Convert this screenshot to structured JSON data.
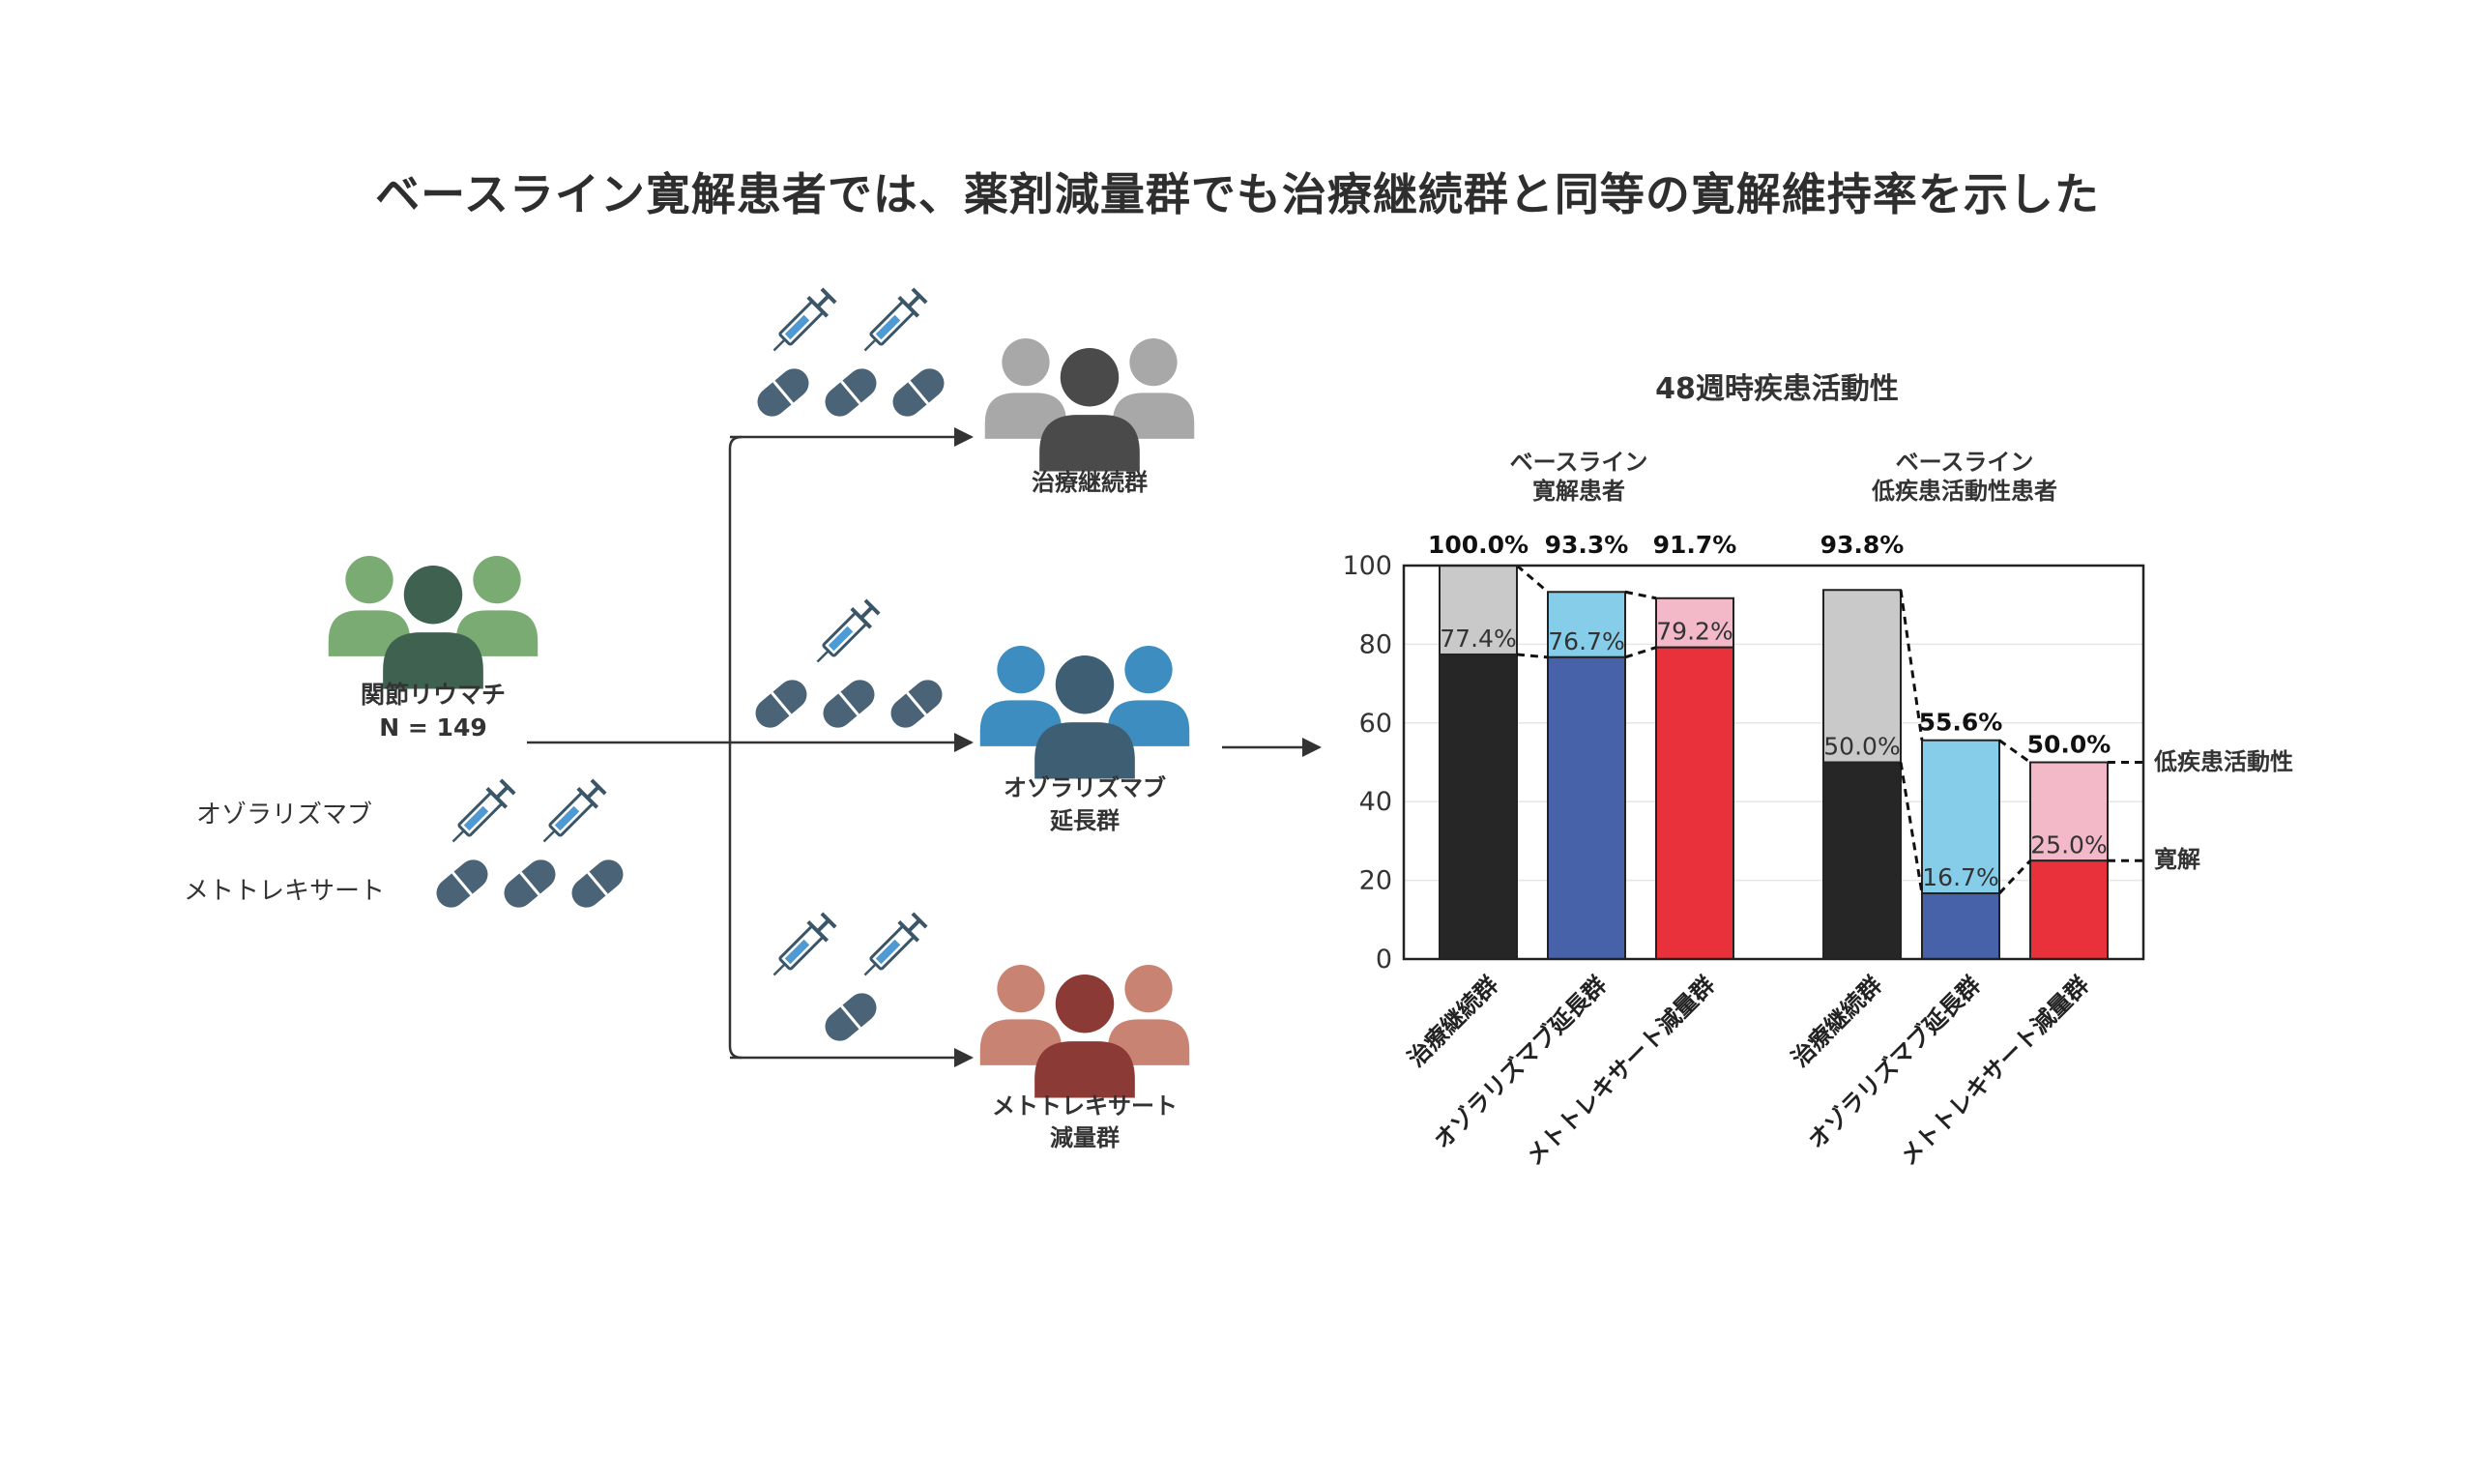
{
  "title": "ベースライン寛解患者では、薬剤減量群でも治療継続群と同等の寛解維持率を示した",
  "population": {
    "label": "関節リウマチ",
    "n_label": "N = 149",
    "drug_labels": [
      "オゾラリズマブ",
      "メトトレキサート"
    ],
    "color": "#3e6150",
    "side_color": "#7aab72"
  },
  "arms": [
    {
      "label_lines": [
        "治療継続群"
      ],
      "injections": 2,
      "pills": 3,
      "main_color": "#4a4a4a",
      "side_color": "#a8a8a8"
    },
    {
      "label_lines": [
        "オゾラリズマブ",
        "延長群"
      ],
      "injections": 1,
      "pills": 3,
      "main_color": "#3e5e74",
      "side_color": "#3d8dc0"
    },
    {
      "label_lines": [
        "メトトレキサート",
        "減量群"
      ],
      "injections": 2,
      "pills": 1,
      "main_color": "#8b3a36",
      "side_color": "#c98373"
    }
  ],
  "icon_colors": {
    "syringe": "#3b5668",
    "syringe_fill": "#4d9ad4",
    "pill": "#4b6377"
  },
  "chart_data": {
    "type": "bar",
    "title": "48週時疾患活動性",
    "ylim": [
      0,
      100
    ],
    "yticks": [
      0,
      20,
      40,
      60,
      80,
      100
    ],
    "grid": true,
    "groups": [
      {
        "label_lines": [
          "ベースライン",
          "寛解患者"
        ],
        "categories": [
          "治療継続群",
          "オゾラリズマブ延長群",
          "メトトレキサート減量群"
        ],
        "remission": [
          77.4,
          76.7,
          79.2
        ],
        "low_activity_total": [
          100.0,
          93.3,
          91.7
        ],
        "remission_labels": [
          "77.4%",
          "76.7%",
          "79.2%"
        ],
        "total_labels": [
          "100.0%",
          "93.3%",
          "91.7%"
        ],
        "remission_colors": [
          "#262626",
          "#4862a9",
          "#e8313a"
        ],
        "low_colors": [
          "#c9c9c9",
          "#86cdea",
          "#f3b9c8"
        ]
      },
      {
        "label_lines": [
          "ベースライン",
          "低疾患活動性患者"
        ],
        "categories": [
          "治療継続群",
          "オゾラリズマブ延長群",
          "メトトレキサート減量群"
        ],
        "remission": [
          50.0,
          16.7,
          25.0
        ],
        "low_activity_total": [
          93.8,
          55.6,
          50.0
        ],
        "remission_labels": [
          "50.0%",
          "16.7%",
          "25.0%"
        ],
        "total_labels": [
          "93.8%",
          "55.6%",
          "50.0%"
        ],
        "remission_colors": [
          "#262626",
          "#4862a9",
          "#e8313a"
        ],
        "low_colors": [
          "#c9c9c9",
          "#86cdea",
          "#f3b9c8"
        ]
      }
    ],
    "legend": [
      "低疾患活動性",
      "寛解"
    ],
    "legend_placement": "right"
  }
}
